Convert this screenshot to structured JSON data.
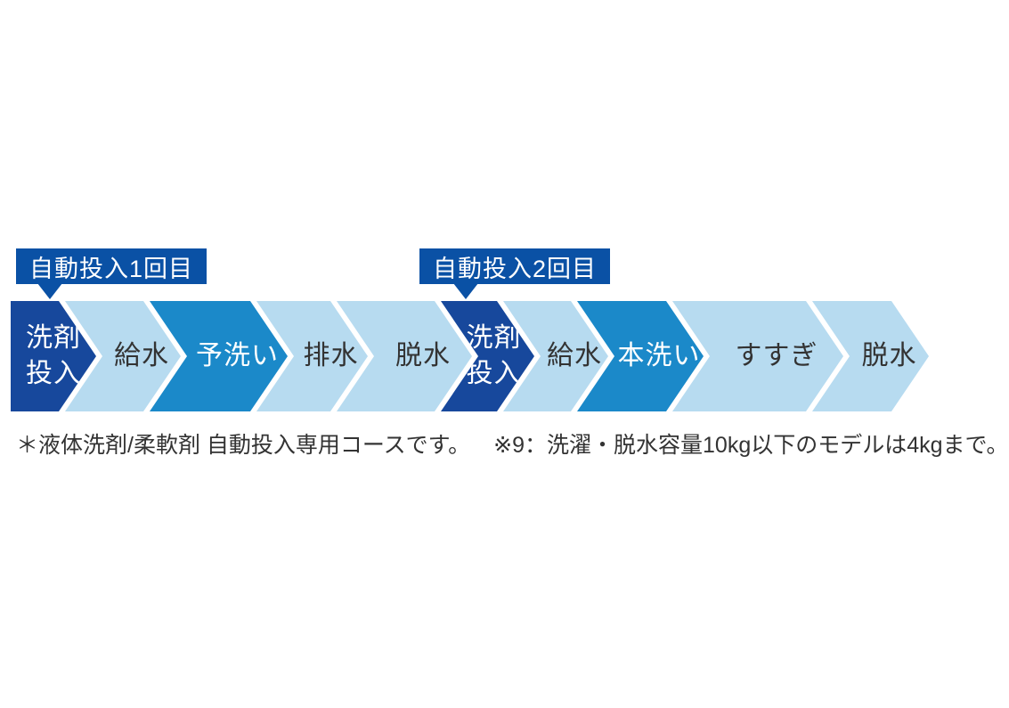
{
  "colors": {
    "dark_blue": "#17489c",
    "medium_blue": "#1b89c9",
    "light_blue": "#b7dbf0",
    "callout_blue": "#0a51a5",
    "text_dark": "#333333",
    "text_white": "#ffffff"
  },
  "callouts": [
    {
      "text": "自動投入1回目"
    },
    {
      "text": "自動投入2回目"
    }
  ],
  "process": {
    "steps": [
      {
        "lines": [
          "洗剤",
          "投入"
        ],
        "variant": "dark"
      },
      {
        "lines": [
          "給水"
        ],
        "variant": "light"
      },
      {
        "lines": [
          "予洗い"
        ],
        "variant": "medium"
      },
      {
        "lines": [
          "排水"
        ],
        "variant": "light"
      },
      {
        "lines": [
          "脱水"
        ],
        "variant": "light"
      },
      {
        "lines": [
          "洗剤",
          "投入"
        ],
        "variant": "dark"
      },
      {
        "lines": [
          "給水"
        ],
        "variant": "light"
      },
      {
        "lines": [
          "本洗い"
        ],
        "variant": "medium"
      },
      {
        "lines": [
          "すすぎ"
        ],
        "variant": "light"
      },
      {
        "lines": [
          "脱水"
        ],
        "variant": "light"
      }
    ]
  },
  "notes": [
    "＊液体洗剤/柔軟剤 自動投入専用コースです。",
    "※9：洗濯・脱水容量10kg以下のモデルは4kgまで。"
  ]
}
